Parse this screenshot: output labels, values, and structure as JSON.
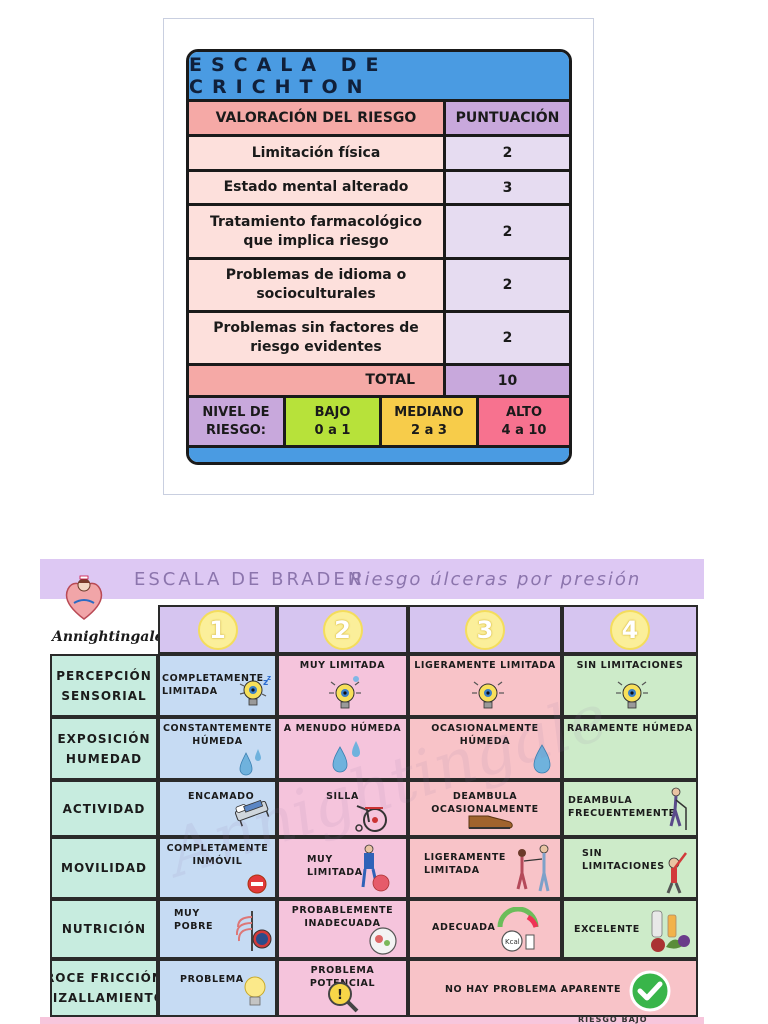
{
  "crichton": {
    "title": "ESCALA DE CRICHTON",
    "header": {
      "left": "VALORACIÓN DEL RIESGO",
      "right": "PUNTUACIÓN"
    },
    "rows": [
      {
        "label": "Limitación física",
        "score": "2"
      },
      {
        "label": "Estado mental alterado",
        "score": "3"
      },
      {
        "label": "Tratamiento farmacológico que implica riesgo",
        "score": "2"
      },
      {
        "label": "Problemas de idioma o socioculturales",
        "score": "2"
      },
      {
        "label": "Problemas sin factores de riesgo evidentes",
        "score": "2"
      }
    ],
    "total_label": "TOTAL",
    "total_value": "10",
    "level": {
      "label_line1": "NIVEL DE",
      "label_line2": "RIESGO:",
      "low_name": "BAJO",
      "low_range": "0 a 1",
      "mid_name": "MEDIANO",
      "mid_range": "2 a 3",
      "high_name": "ALTO",
      "high_range": "4 a 10"
    },
    "colors": {
      "title_bg": "#4a9be2",
      "low": "#b7e23a",
      "mid": "#f7cc4a",
      "high": "#f7728f",
      "level_label": "#c8a8dc"
    }
  },
  "braden": {
    "title": "ESCALA DE BRADEN",
    "subtitle": "Riesgo úlceras por presión",
    "brand": "Annightingale",
    "watermark": "Annightingale",
    "columns": [
      "1",
      "2",
      "3",
      "4"
    ],
    "rows": [
      {
        "label": "PERCEPCIÓN SENSORIAL",
        "cells": [
          "COMPLETAMENTE LIMITADA",
          "MUy LIMITADA",
          "LIGERAMENTE LIMITADA",
          "SIN LIMITACIONES"
        ]
      },
      {
        "label": "EXPOSICIÓN HUMEDAD",
        "cells": [
          "CONSTANTEMENTE HÚMEDA",
          "A MENUDO HÚMEDA",
          "OCASIONALMENTE HÚMEDA",
          "RARAMENTE HÚMEDA"
        ]
      },
      {
        "label": "ACTIVIDAD",
        "cells": [
          "ENCAMADO",
          "SILLA",
          "DEAMBULA OCASIONALMENTE",
          "DEAMBULA FRECUENTEMENTE"
        ]
      },
      {
        "label": "MOVILIDAD",
        "cells": [
          "COMPLETAMENTE INMÓVIL",
          "MUy LIMITADA",
          "LIGERAMENTE LIMITADA",
          "SIN LIMITACIONES"
        ]
      },
      {
        "label": "NUTRICIÓN",
        "cells": [
          "MUy POBRE",
          "PROBABLEMENTE INADECUADA",
          "ADECUADA",
          "EXCELENTE"
        ]
      },
      {
        "label": "ROCE FRICCIÓN CIZALLAMIENTO",
        "cells": [
          "PROBLEMA",
          "PROBLEMA POTENCIAL",
          "NO HAy PROBLEMA APARENTE"
        ]
      }
    ],
    "footer": "RIESGO BAJO",
    "icons": [
      "bulb-sleeping-icon",
      "bulb-icon",
      "water-drops-icon",
      "bed-icon",
      "wheelchair-icon",
      "shoe-icon",
      "elderly-walker-icon",
      "no-movement-icon",
      "exercise-ball-icon",
      "walking-assist-icon",
      "stretching-person-icon",
      "ribcage-icon",
      "plate-icon",
      "scale-icon",
      "food-icon",
      "magnifier-warning-icon",
      "check-icon"
    ]
  }
}
